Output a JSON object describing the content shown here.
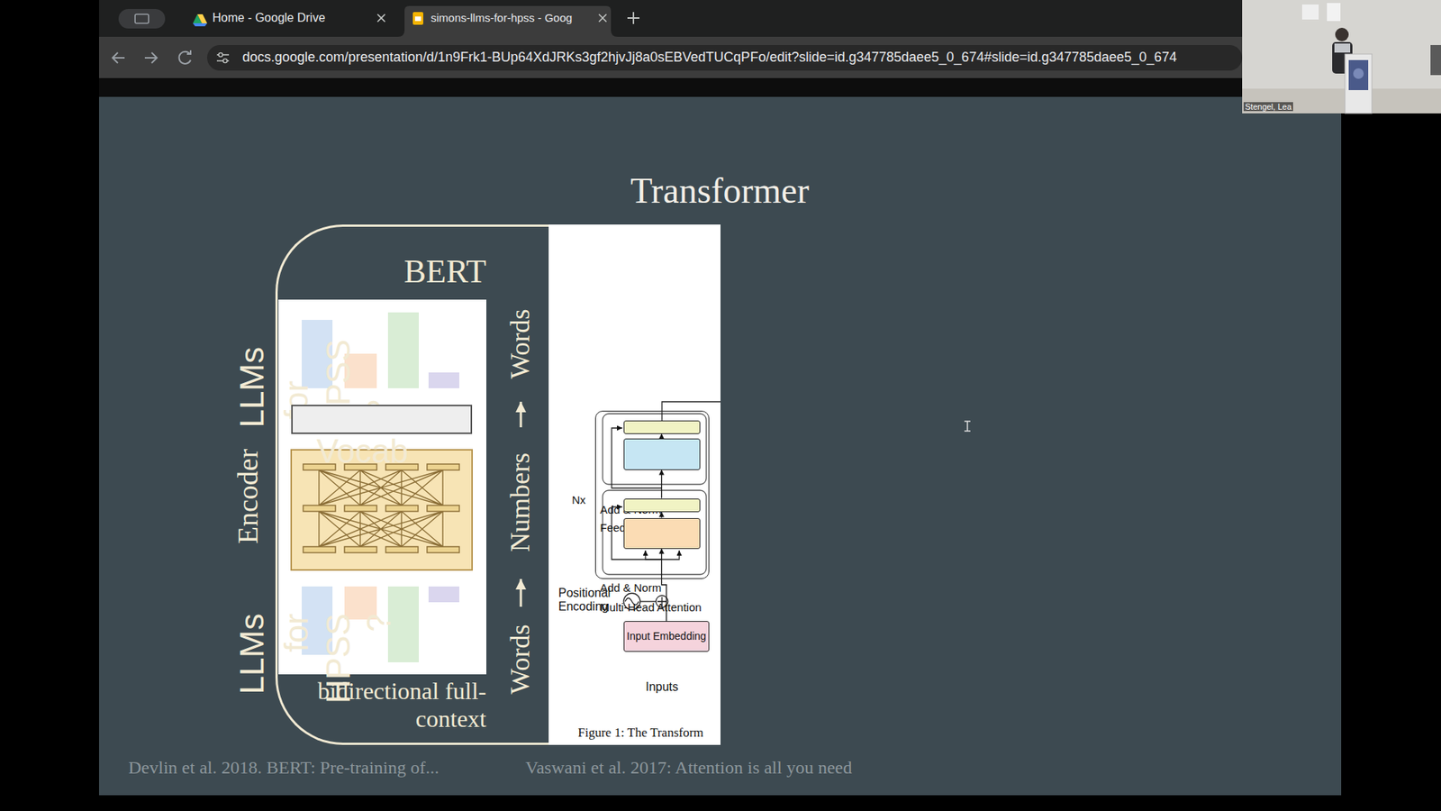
{
  "diagram": {
    "title": "Transformer",
    "nodes": [
      {
        "text": [
          "BERT",
          "bidirectional full-context"
        ]
      },
      {
        "text": [
          "LLMs"
        ],
        "in": 0
      },
      {
        "text": [
          "for"
        ],
        "in": 0
      },
      {
        "text": [
          "HPSS"
        ],
        "in": 0
      },
      {
        "text": [
          "?"
        ],
        "in": 0
      },
      {
        "text": [
          "Vocab"
        ],
        "in": 0
      },
      {
        "text": [
          "LLMs"
        ],
        "in": 0
      },
      {
        "text": [
          "for"
        ],
        "in": 0
      },
      {
        "text": [
          "HPSS"
        ],
        "in": 0
      },
      {
        "text": [
          "?"
        ],
        "in": 0
      },
      {
        "text": [
          "Nx"
        ]
      },
      {
        "text": [
          "Add & Norm"
        ],
        "in": 10
      },
      {
        "text": [
          "Feed Forward"
        ],
        "in": 10
      },
      {
        "text": [
          "Add & Norm"
        ],
        "in": 10
      },
      {
        "text": [
          "Multi-Head Attention"
        ],
        "in": 10
      },
      {
        "text": [
          "Input Embedding"
        ]
      }
    ],
    "edges": [
      {
        "from": 15,
        "to": 14,
        "arrow": "to"
      },
      {
        "from": 14,
        "to": 13,
        "arrow": "to"
      },
      {
        "from": 13,
        "to": 12,
        "arrow": "to"
      },
      {
        "from": 12,
        "to": 11,
        "arrow": "to"
      }
    ],
    "labels": [
      "Home - Google Drive",
      "simons-llms-for-hpss - Goog",
      "docs.google.com/presentation/d/1n9Frk1-BUp64XdJRKs3gf2hjvJj8a0sEBVedTUCqPFo/edit?slide=id.g347785daee5_0_674#slide=id.g347785daee5_0_674",
      "Stengel, Lea",
      "Encoder",
      "Words",
      "Numbers",
      "Words",
      "Positional Encoding",
      "Inputs",
      "Figure 1: The Transform",
      "Devlin et al. 2018. BERT: Pre-training of...",
      "Vaswani et al. 2017: Attention is all you need"
    ]
  }
}
